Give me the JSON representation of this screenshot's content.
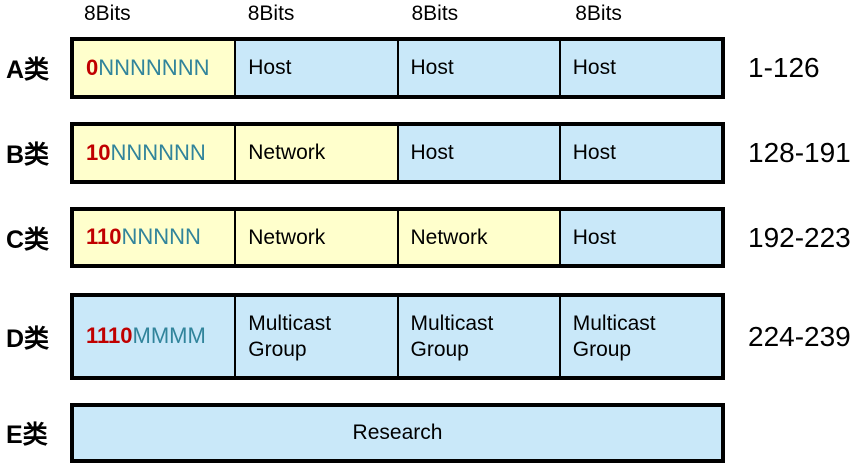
{
  "colors": {
    "cell_yellow": "#FFFFCC",
    "cell_blue": "#C9E8F9",
    "bit_prefix_red": "#C00000",
    "bit_suffix_teal": "#31849B",
    "border_black": "#000000"
  },
  "bit_labels": [
    "8Bits",
    "8Bits",
    "8Bits",
    "8Bits"
  ],
  "rows": [
    {
      "class_label": "A类",
      "range_label": "1-126",
      "cells": [
        {
          "bits_prefix": "0",
          "bits_suffix": "NNNNNNN",
          "fill": "yellow"
        },
        {
          "text": "Host",
          "fill": "blue"
        },
        {
          "text": "Host",
          "fill": "blue"
        },
        {
          "text": "Host",
          "fill": "blue"
        }
      ]
    },
    {
      "class_label": "B类",
      "range_label": "128-191",
      "cells": [
        {
          "bits_prefix": "10",
          "bits_suffix": "NNNNNN",
          "fill": "yellow"
        },
        {
          "text": "Network",
          "fill": "yellow"
        },
        {
          "text": "Host",
          "fill": "blue"
        },
        {
          "text": "Host",
          "fill": "blue"
        }
      ]
    },
    {
      "class_label": "C类",
      "range_label": "192-223",
      "cells": [
        {
          "bits_prefix": "110",
          "bits_suffix": "NNNNN",
          "fill": "yellow"
        },
        {
          "text": "Network",
          "fill": "yellow"
        },
        {
          "text": "Network",
          "fill": "yellow"
        },
        {
          "text": "Host",
          "fill": "blue"
        }
      ]
    },
    {
      "class_label": "D类",
      "range_label": "224-239",
      "cells": [
        {
          "bits_prefix": "1110",
          "bits_suffix": "MMMM",
          "fill": "blue"
        },
        {
          "text": "Multicast Group",
          "fill": "blue",
          "wrap": true
        },
        {
          "text": "Multicast Group",
          "fill": "blue",
          "wrap": true
        },
        {
          "text": "Multicast Group",
          "fill": "blue",
          "wrap": true
        }
      ]
    },
    {
      "class_label": "E类",
      "range_label": "",
      "cells": [
        {
          "text": "Research",
          "fill": "blue",
          "span": 4,
          "align": "center"
        }
      ]
    }
  ]
}
